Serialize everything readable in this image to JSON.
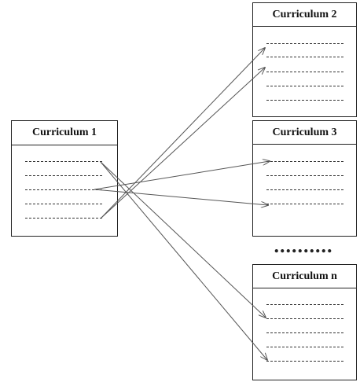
{
  "diagram": {
    "boxes": [
      {
        "id": "curriculum-1",
        "title": "Curriculum 1",
        "line_count": 5
      },
      {
        "id": "curriculum-2",
        "title": "Curriculum 2",
        "line_count": 5
      },
      {
        "id": "curriculum-3",
        "title": "Curriculum 3",
        "line_count": 4
      },
      {
        "id": "curriculum-n",
        "title": "Curriculum n",
        "line_count": 5
      }
    ],
    "ellipsis": "..........",
    "line_color": "#555555",
    "box_border_color": "#222222"
  }
}
